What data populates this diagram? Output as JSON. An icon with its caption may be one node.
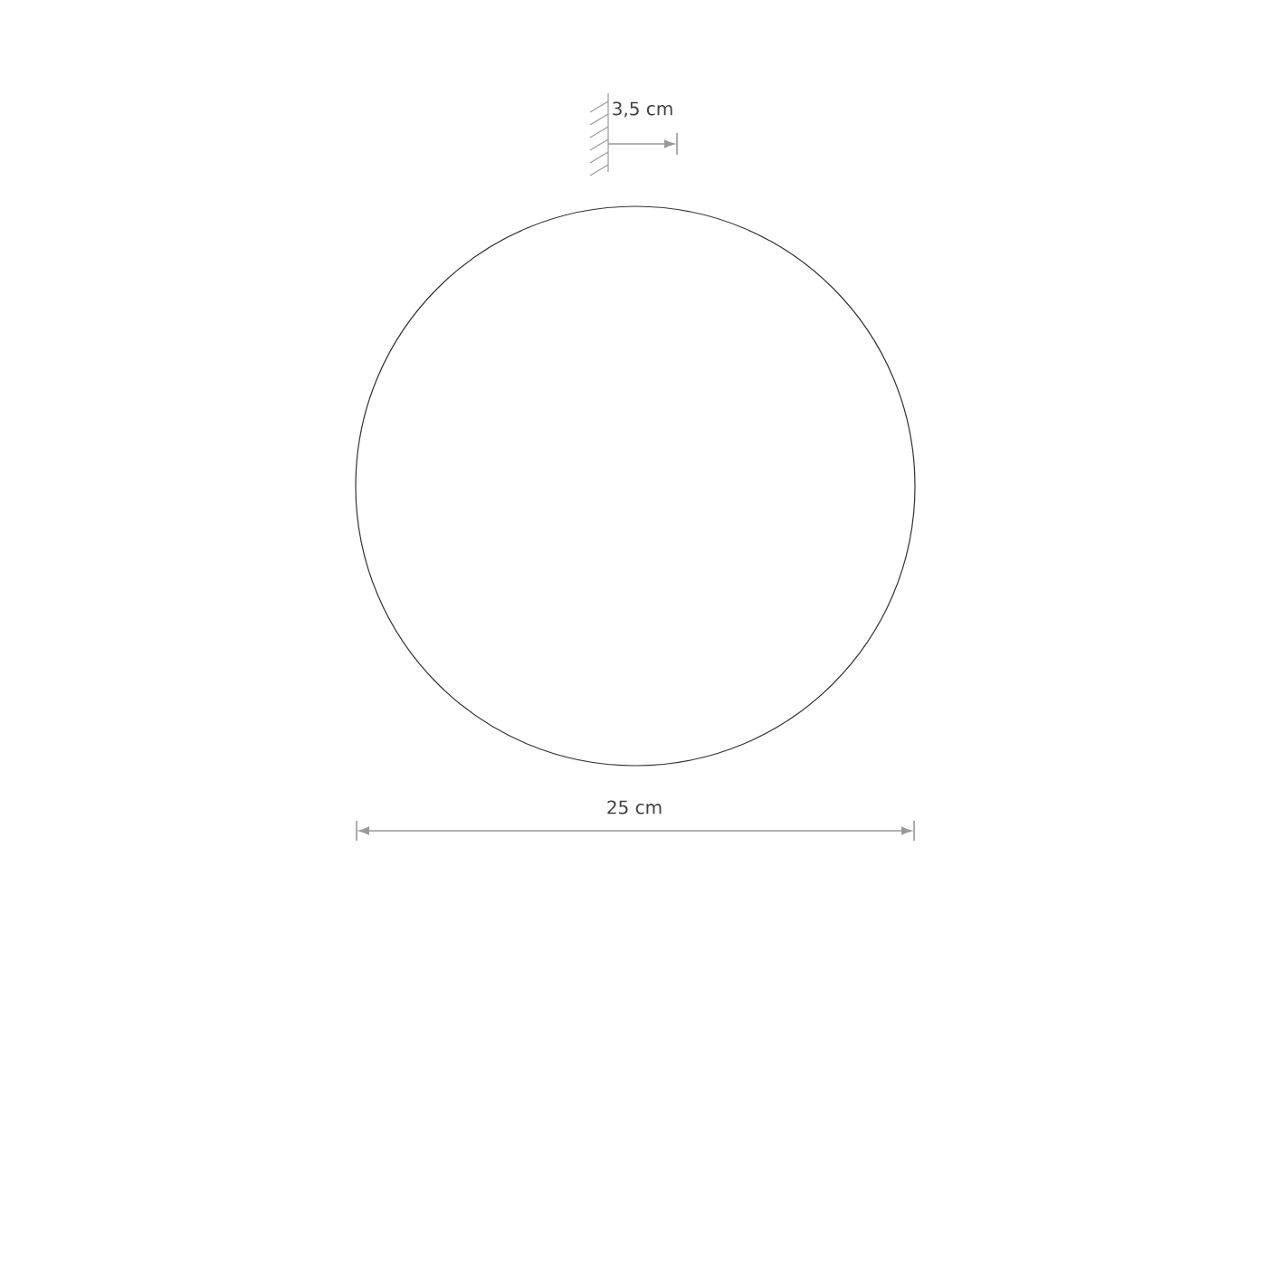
{
  "diagram": {
    "nodes": [
      {
        "text": [],
        "shape": "circle"
      }
    ],
    "labels": [
      "3,5 cm",
      "25 cm"
    ]
  }
}
